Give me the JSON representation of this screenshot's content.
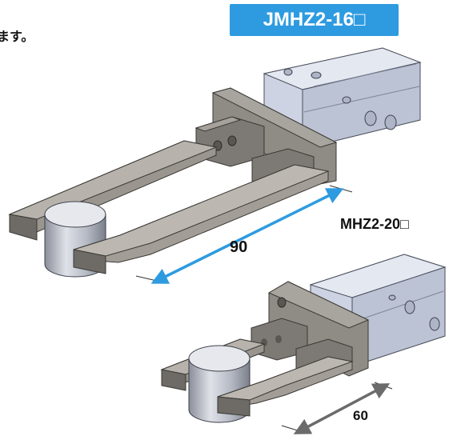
{
  "header": {
    "model_badge": "JMHZ2-16□",
    "partial_caption": "ます。"
  },
  "diagram": {
    "comparison_model": "MHZ2-20□",
    "dimension_large": "90",
    "dimension_small": "60",
    "colors": {
      "badge": "#2e9be0",
      "dimension_large_arrow": "#2e9be0",
      "dimension_small_arrow": "#6b6b6b",
      "body_metal": "#c9d0e0",
      "jaw_steel": "#8e8a84"
    }
  }
}
